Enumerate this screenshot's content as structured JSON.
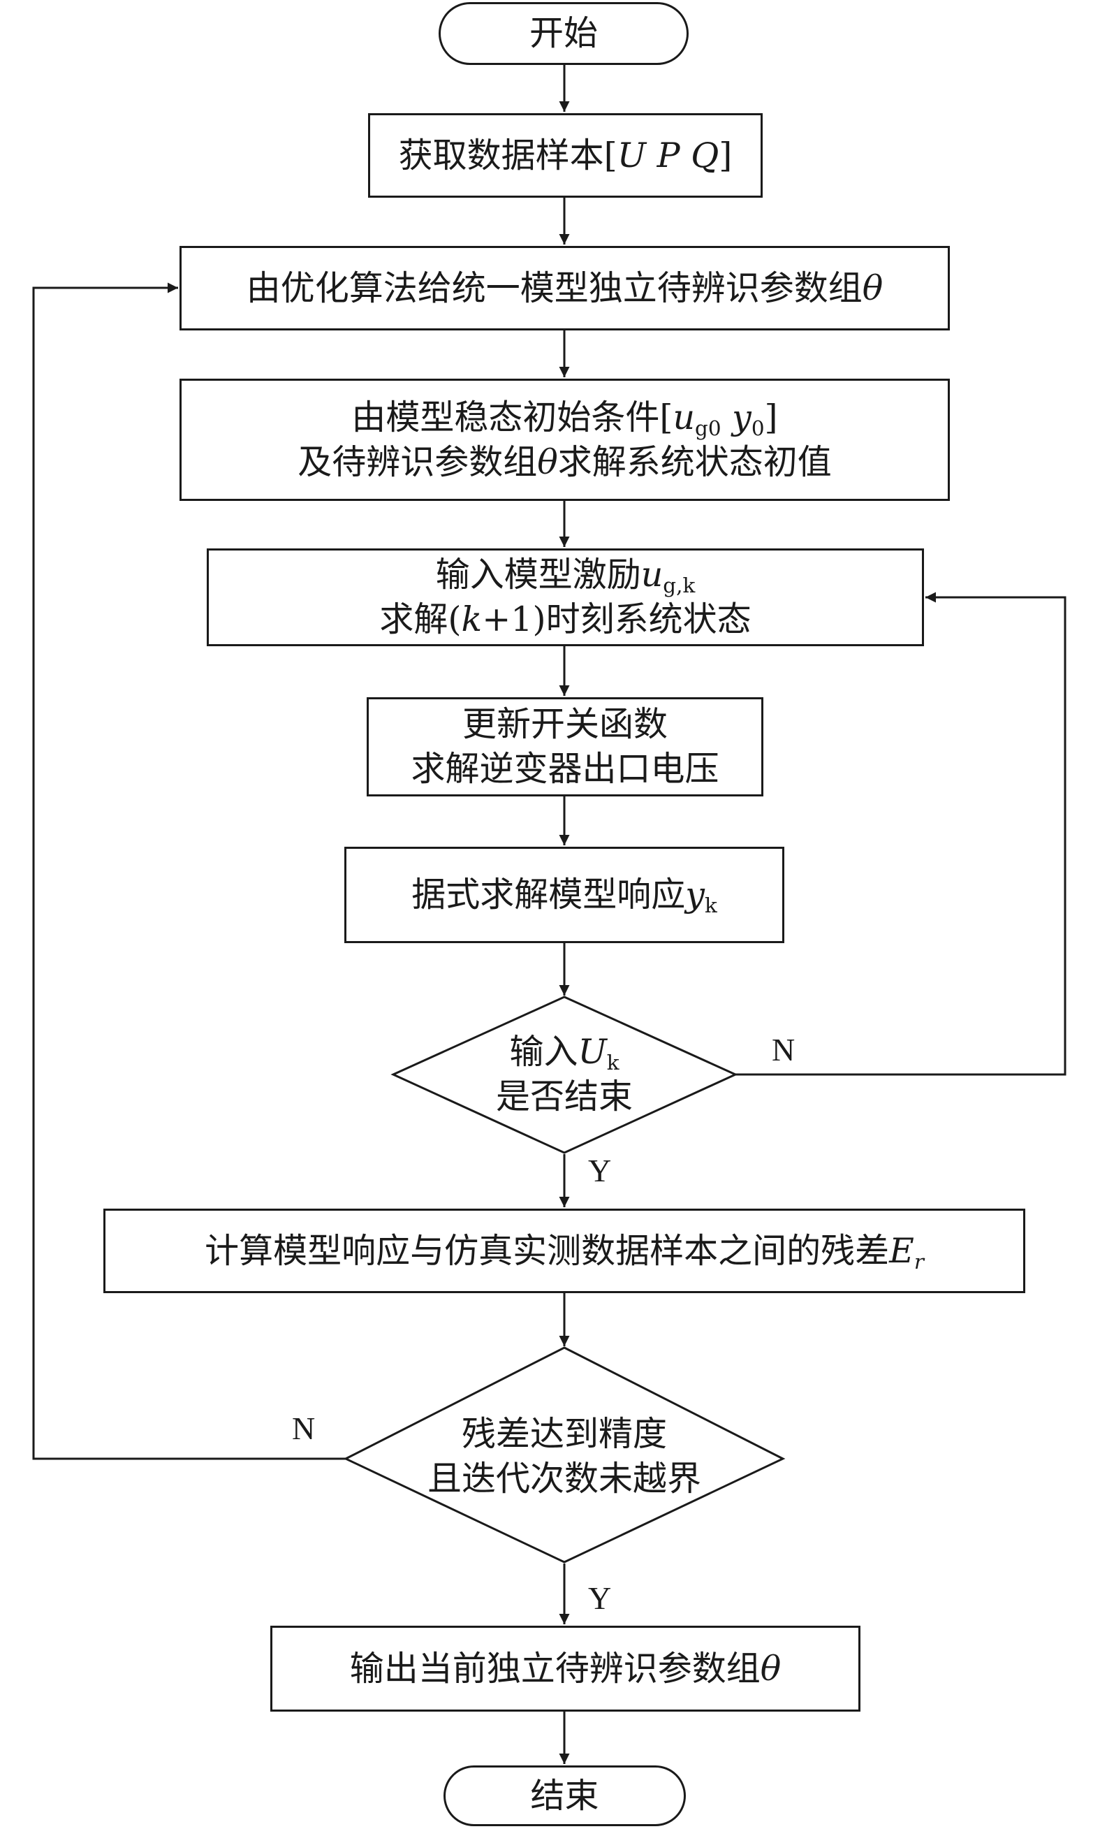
{
  "nodes": {
    "start": "开始",
    "n1_pre": "获取数据样本[",
    "n1_sym": "U P Q",
    "n1_post": "]",
    "n2_text": "由优化算法给统一模型独立待辨识参数组",
    "n2_theta": "θ",
    "n3_line1_pre": "由模型稳态初始条件[",
    "n3_u": "u",
    "n3_u_sub": "g0",
    "n3_y": "y",
    "n3_y_sub": "0",
    "n3_line1_post": "]",
    "n3_line2_pre": "及待辨识参数组",
    "n3_theta": "θ",
    "n3_line2_post": "求解系统状态初值",
    "n4_line1_pre": "输入模型激励",
    "n4_u": "u",
    "n4_u_sub": "g,k",
    "n4_line2_pre": "求解(",
    "n4_k": "k",
    "n4_line2_post": "+1)时刻系统状态",
    "n5_line1": "更新开关函数",
    "n5_line2": "求解逆变器出口电压",
    "n6_text": "据式求解模型响应",
    "n6_y": "y",
    "n6_y_sub": "k",
    "d1_line1_pre": "输入",
    "d1_U": "U",
    "d1_U_sub": "k",
    "d1_line2": "是否结束",
    "n7_text": "计算模型响应与仿真实测数据样本之间的残差",
    "n7_E": "E",
    "n7_E_sub": "r",
    "d2_line1": "残差达到精度",
    "d2_line2": "且迭代次数未越界",
    "n8_text": "输出当前独立待辨识参数组",
    "n8_theta": "θ",
    "end": "结束"
  },
  "labels": {
    "d1_no": "N",
    "d1_yes": "Y",
    "d2_no": "N",
    "d2_yes": "Y"
  }
}
